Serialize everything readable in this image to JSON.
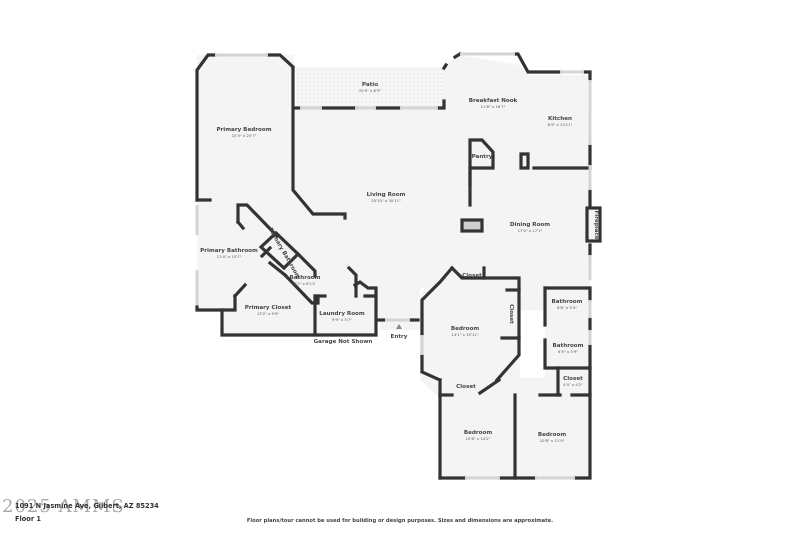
{
  "floor_plan": {
    "floor_label": "Floor 1",
    "address": "1091 N Jasmine Ave, Gilbert, AZ 85234",
    "watermark": "2025 AMMS",
    "disclaimer": "Floor plans/tour cannot be used for building or design purposes. Sizes and dimensions are approximate.",
    "rooms": [
      {
        "name": "Patio",
        "dims": "22'5\" x 6'3\""
      },
      {
        "name": "Primary Bedroom",
        "dims": "15'3\" x 25'7\""
      },
      {
        "name": "Breakfast Nook",
        "dims": "11'8\" x 16'7\""
      },
      {
        "name": "Kitchen",
        "dims": "8'9\" x 13'11\""
      },
      {
        "name": "Pantry",
        "dims": ""
      },
      {
        "name": "Living Room",
        "dims": "25'10\" x 30'11\""
      },
      {
        "name": "Dining Room",
        "dims": "17'0\" x 17'1\""
      },
      {
        "name": "Fireplace",
        "dims": ""
      },
      {
        "name": "Primary Bathroom",
        "dims": "11'4\" x 15'7\""
      },
      {
        "name": "Primary Bathroom",
        "dims": ""
      },
      {
        "name": "Bathroom",
        "dims": "6'2\" x 6'11\""
      },
      {
        "name": "Primary Closet",
        "dims": "13'2\" x 9'9\""
      },
      {
        "name": "Laundry Room",
        "dims": "9'9\" x 5'7\""
      },
      {
        "name": "Closet",
        "dims": ""
      },
      {
        "name": "Closet",
        "dims": ""
      },
      {
        "name": "Bedroom",
        "dims": "14'1\" x 15'11\""
      },
      {
        "name": "Bathroom",
        "dims": "6'8\" x 5'4\""
      },
      {
        "name": "Bathroom",
        "dims": "6'5\" x 5'9\""
      },
      {
        "name": "Closet",
        "dims": "4'4\" x 4'2\""
      },
      {
        "name": "Closet",
        "dims": ""
      },
      {
        "name": "Bedroom",
        "dims": "10'8\" x 14'2\""
      },
      {
        "name": "Bedroom",
        "dims": "10'8\" x 11'9\""
      }
    ],
    "annotations": {
      "garage": "Garage Not Shown",
      "entry": "Entry"
    },
    "colors": {
      "wall": "#333333",
      "floor": "#f4f4f4",
      "window": "#d4d4d4",
      "background": "#ffffff"
    }
  }
}
